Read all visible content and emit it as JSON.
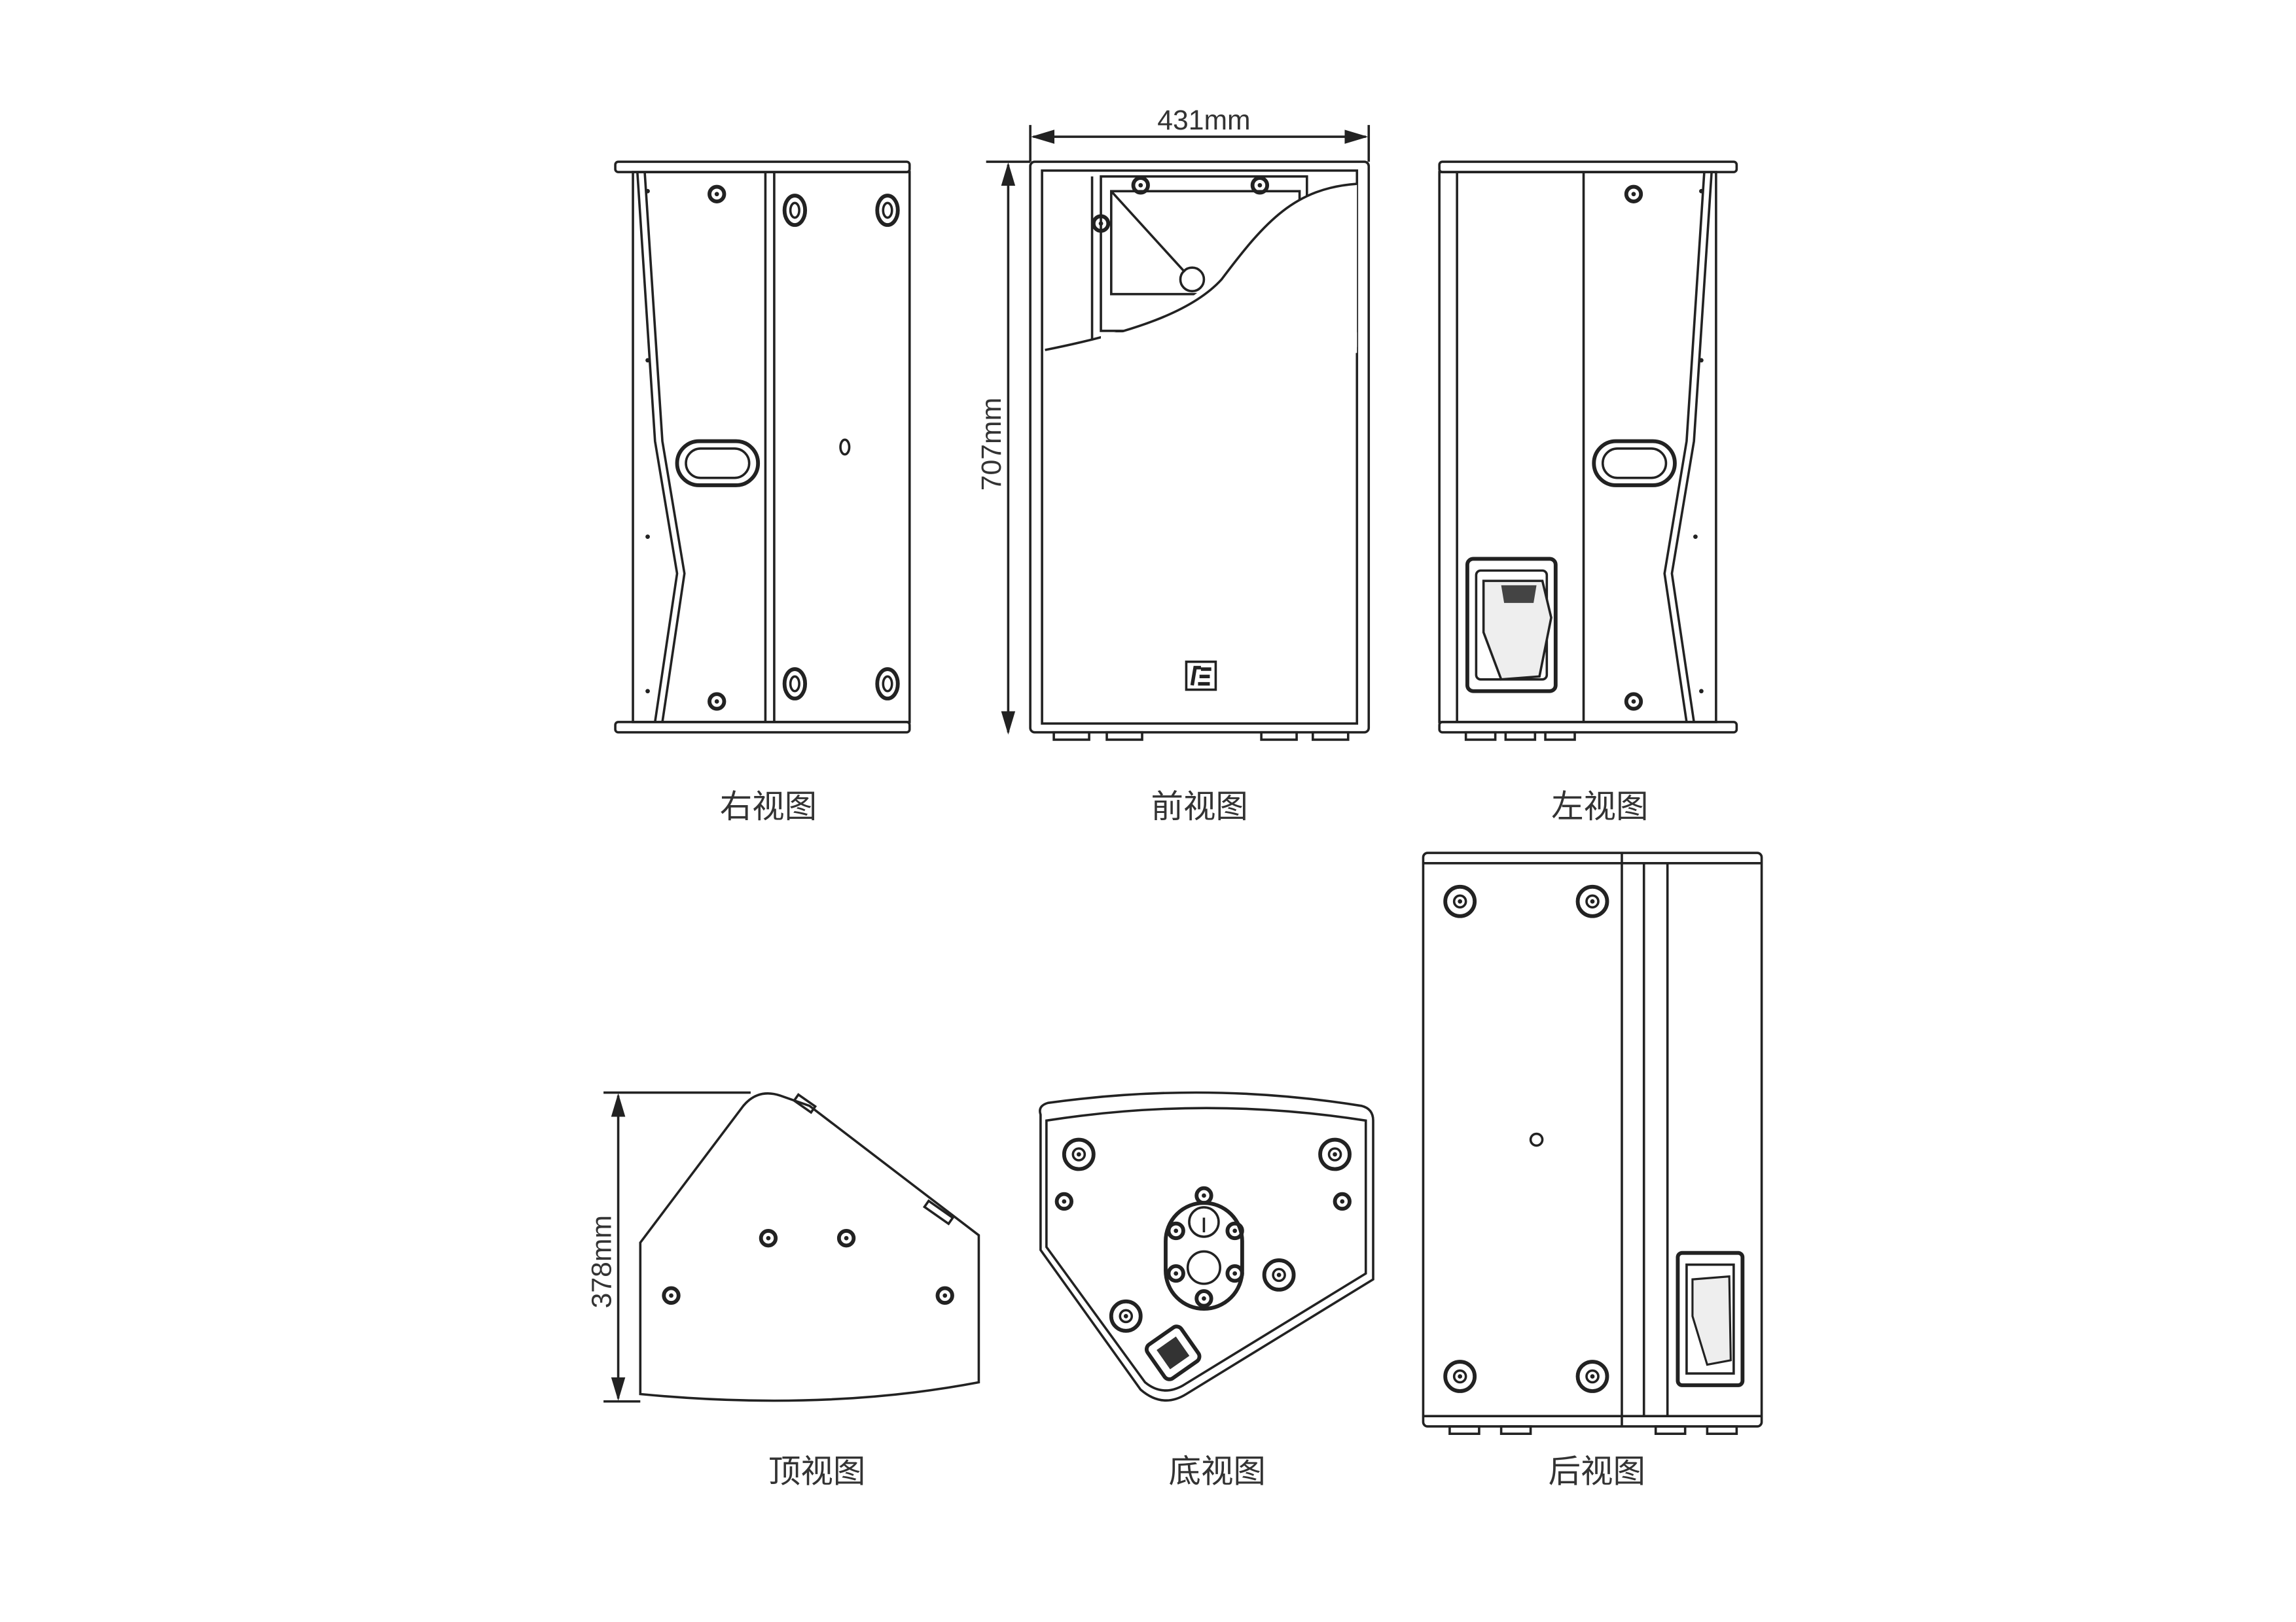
{
  "dimensions": {
    "width": "431mm",
    "height": "707mm",
    "depth": "378mm"
  },
  "views": {
    "right": "右视图",
    "front": "前视图",
    "left": "左视图",
    "top": "顶视图",
    "bottom": "底视图",
    "back": "后视图"
  },
  "colors": {
    "line": "#222222",
    "background": "#ffffff"
  }
}
